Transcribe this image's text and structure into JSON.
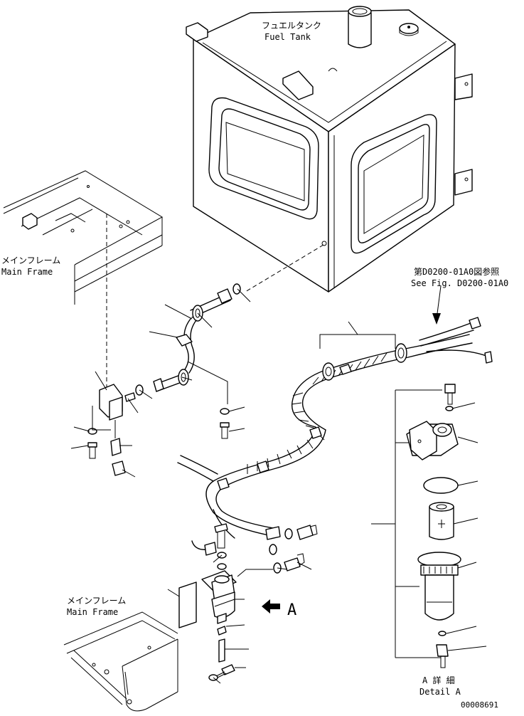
{
  "labels": {
    "fuel_tank_ja": "フュエルタンク",
    "fuel_tank_en": "Fuel Tank",
    "main_frame_top_ja": "メインフレーム",
    "main_frame_top_en": "Main Frame",
    "main_frame_bottom_ja": "メインフレーム",
    "main_frame_bottom_en": "Main Frame",
    "see_fig_ja": "第D0200-01A0図参照",
    "see_fig_en": "See Fig. D0200-01A0",
    "view_arrow": "A",
    "detail_ja": "A 詳 細",
    "detail_en": "Detail A",
    "drawing_number": "00008691"
  }
}
